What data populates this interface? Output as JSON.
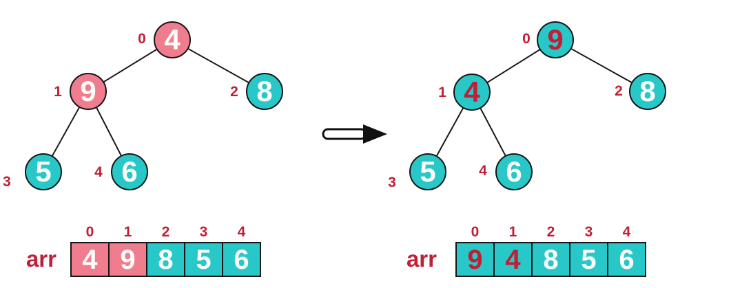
{
  "colors": {
    "node_pink": "#f07d8e",
    "node_teal": "#29c8c8",
    "accent_red": "#c01f35",
    "outline_black": "#151515",
    "node_text_white": "#fdfcfa"
  },
  "arrow": {
    "icon": "right-arrow"
  },
  "before": {
    "nodes": [
      {
        "index": "0",
        "value": "4",
        "color": "pink",
        "text": "white"
      },
      {
        "index": "1",
        "value": "9",
        "color": "pink",
        "text": "white"
      },
      {
        "index": "2",
        "value": "8",
        "color": "teal",
        "text": "white"
      },
      {
        "index": "3",
        "value": "5",
        "color": "teal",
        "text": "white"
      },
      {
        "index": "4",
        "value": "6",
        "color": "teal",
        "text": "white"
      }
    ],
    "array": {
      "label": "arr",
      "indices": [
        "0",
        "1",
        "2",
        "3",
        "4"
      ],
      "cells": [
        {
          "value": "4",
          "color": "pink",
          "text": "white"
        },
        {
          "value": "9",
          "color": "pink",
          "text": "white"
        },
        {
          "value": "8",
          "color": "teal",
          "text": "white"
        },
        {
          "value": "5",
          "color": "teal",
          "text": "white"
        },
        {
          "value": "6",
          "color": "teal",
          "text": "white"
        }
      ]
    }
  },
  "after": {
    "nodes": [
      {
        "index": "0",
        "value": "9",
        "color": "teal",
        "text": "red"
      },
      {
        "index": "1",
        "value": "4",
        "color": "teal",
        "text": "red"
      },
      {
        "index": "2",
        "value": "8",
        "color": "teal",
        "text": "white"
      },
      {
        "index": "3",
        "value": "5",
        "color": "teal",
        "text": "white"
      },
      {
        "index": "4",
        "value": "6",
        "color": "teal",
        "text": "white"
      }
    ],
    "array": {
      "label": "arr",
      "indices": [
        "0",
        "1",
        "2",
        "3",
        "4"
      ],
      "cells": [
        {
          "value": "9",
          "color": "teal",
          "text": "red"
        },
        {
          "value": "4",
          "color": "teal",
          "text": "red"
        },
        {
          "value": "8",
          "color": "teal",
          "text": "white"
        },
        {
          "value": "5",
          "color": "teal",
          "text": "white"
        },
        {
          "value": "6",
          "color": "teal",
          "text": "white"
        }
      ]
    }
  }
}
